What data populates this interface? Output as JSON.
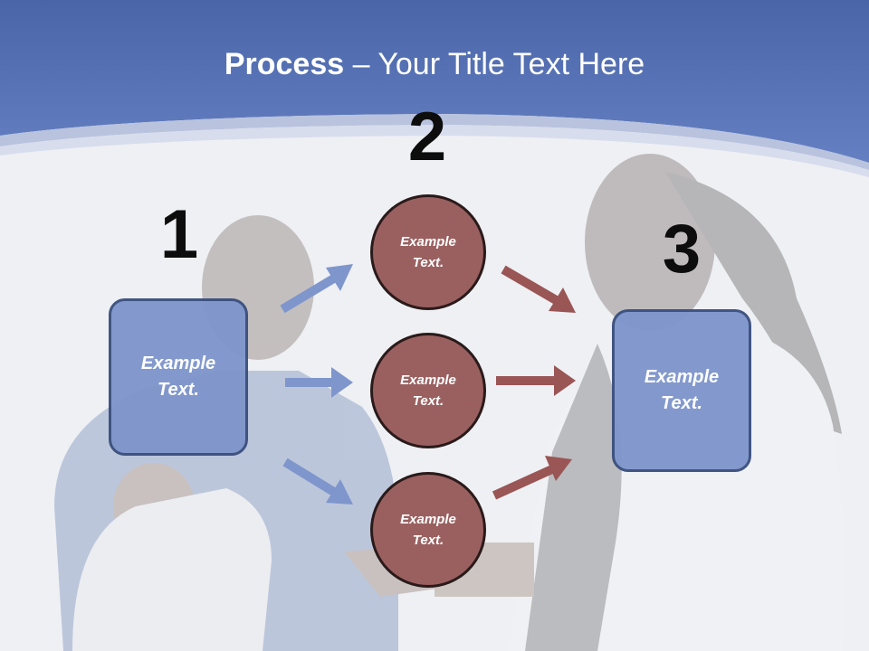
{
  "title": {
    "bold": "Process",
    "rest": " – Your Title Text Here"
  },
  "steps": {
    "one": "1",
    "two": "2",
    "three": "3"
  },
  "left_box": {
    "line1": "Example",
    "line2": "Text."
  },
  "circles": [
    {
      "line1": "Example",
      "line2": "Text."
    },
    {
      "line1": "Example",
      "line2": "Text."
    },
    {
      "line1": "Example",
      "line2": "Text."
    }
  ],
  "right_box": {
    "line1": "Example",
    "line2": "Text."
  },
  "colors": {
    "header": "#5b78bb",
    "box": "#7f96cc",
    "circle": "#9a6060",
    "blue_arrow": "#7f96cc",
    "red_arrow": "#9a5555"
  }
}
